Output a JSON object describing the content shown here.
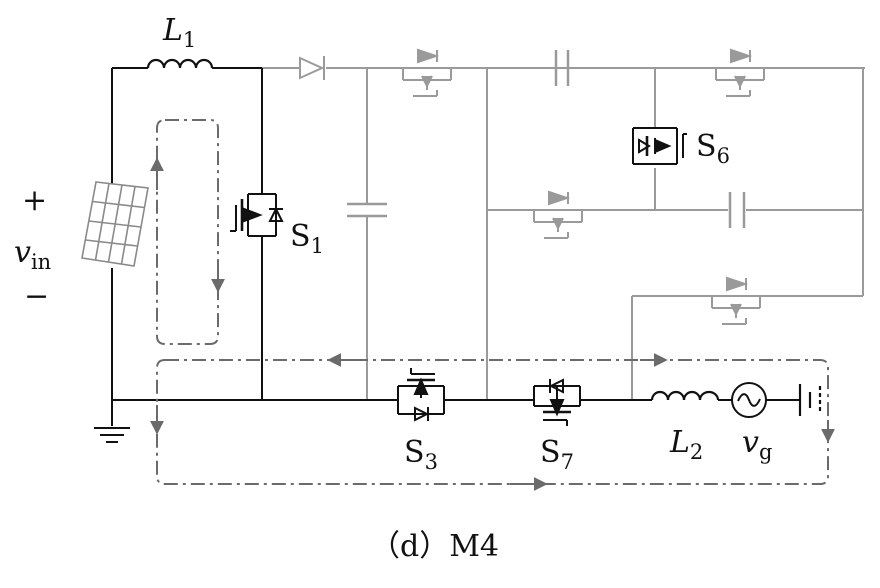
{
  "figure": {
    "caption": "（d）M4",
    "mode": "M4"
  },
  "labels": {
    "L1": {
      "main": "L",
      "sub": "1"
    },
    "L2": {
      "main": "L",
      "sub": "2"
    },
    "vin": {
      "main": "v",
      "sub": "in"
    },
    "vg": {
      "main": "v",
      "sub": "g"
    },
    "S1": {
      "main": "S",
      "sub": "1"
    },
    "S3": {
      "main": "S",
      "sub": "3"
    },
    "S6": {
      "main": "S",
      "sub": "6"
    },
    "S7": {
      "main": "S",
      "sub": "7"
    },
    "plus": "+",
    "minus": "−"
  },
  "colors": {
    "active": "#111111",
    "inactive": "#9a9a9a",
    "current_path": "#6b6b6b"
  },
  "components": [
    {
      "id": "pv-panel",
      "kind": "solar-panel-icon",
      "state": "active"
    },
    {
      "id": "L1",
      "kind": "inductor",
      "state": "active"
    },
    {
      "id": "S1",
      "kind": "mosfet",
      "state": "on"
    },
    {
      "id": "S3",
      "kind": "mosfet",
      "state": "on"
    },
    {
      "id": "S6",
      "kind": "mosfet",
      "state": "on"
    },
    {
      "id": "S7",
      "kind": "mosfet",
      "state": "on"
    },
    {
      "id": "L2",
      "kind": "inductor",
      "state": "active"
    },
    {
      "id": "vg",
      "kind": "ac-source-icon",
      "state": "active"
    },
    {
      "id": "battery",
      "kind": "battery-icon",
      "state": "active"
    },
    {
      "id": "ground",
      "kind": "ground-icon",
      "state": "active"
    },
    {
      "id": "D1",
      "kind": "diode",
      "state": "inactive"
    },
    {
      "id": "C-vertical",
      "kind": "capacitor",
      "state": "inactive"
    },
    {
      "id": "C-top",
      "kind": "capacitor",
      "state": "inactive"
    },
    {
      "id": "C-mid",
      "kind": "capacitor",
      "state": "inactive"
    },
    {
      "id": "S-top-left",
      "kind": "mosfet",
      "state": "off"
    },
    {
      "id": "S-top-right",
      "kind": "mosfet",
      "state": "off"
    },
    {
      "id": "S-mid",
      "kind": "mosfet",
      "state": "off"
    },
    {
      "id": "S-lower-right",
      "kind": "mosfet",
      "state": "off"
    }
  ]
}
